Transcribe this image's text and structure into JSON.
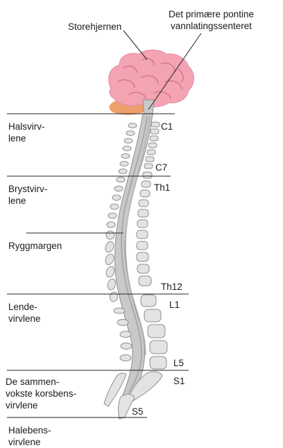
{
  "callouts": {
    "brain": "Storehjernen",
    "pontine_center": "Det primære pontine\nvannlatingssenteret",
    "spinal_cord": "Ryggmargen"
  },
  "regions": [
    {
      "id": "cervical",
      "label": "Halsvirv-\nlene"
    },
    {
      "id": "thoracic",
      "label": "Brystvirv-\nlene"
    },
    {
      "id": "lumbar",
      "label": "Lende-\nvirvlene"
    },
    {
      "id": "sacral",
      "label": "De sammen-\nvokste korsbens-\nvirvlene"
    },
    {
      "id": "coccygeal",
      "label": "Halebens-\nvirvlene"
    }
  ],
  "vertebra_labels": [
    "C1",
    "C7",
    "Th1",
    "Th12",
    "L1",
    "L5",
    "S1",
    "S5"
  ],
  "colors": {
    "brain": "#f3a3b2",
    "brain_fold": "#d9788c",
    "cerebellum": "#eea06b",
    "spine": "#c9c9c9",
    "vertebra": "#e3e3e3",
    "outline": "#8e8e8e",
    "line": "#222222"
  }
}
